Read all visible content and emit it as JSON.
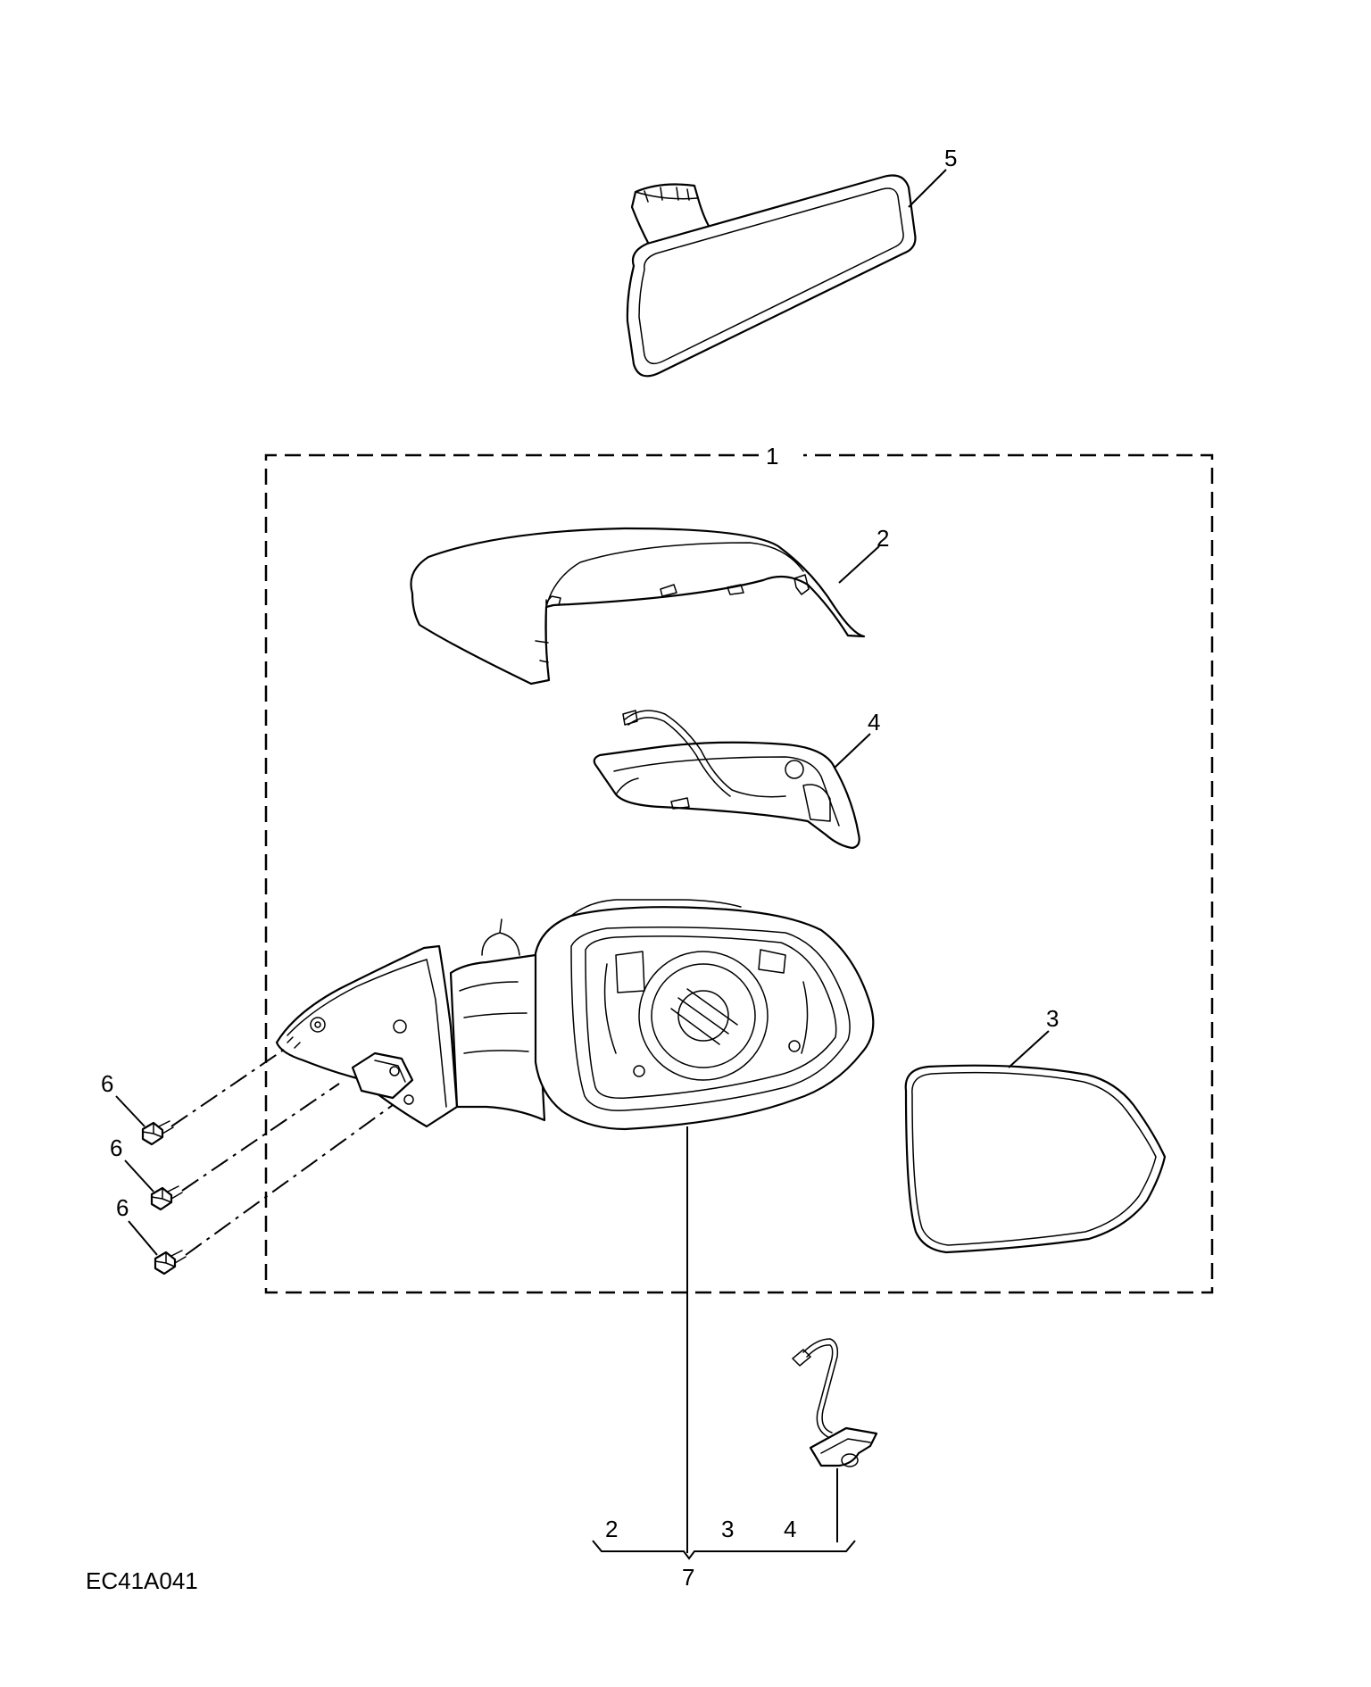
{
  "diagram": {
    "reference_code": "EC41A041",
    "callouts": {
      "assembly": "1",
      "cover": "2",
      "glass": "3",
      "indicator": "4",
      "interior_mirror": "5",
      "bolt_a": "6",
      "bolt_b": "6",
      "bolt_c": "6",
      "kit": "7"
    },
    "kit_contents": [
      "2",
      "3",
      "4"
    ]
  }
}
